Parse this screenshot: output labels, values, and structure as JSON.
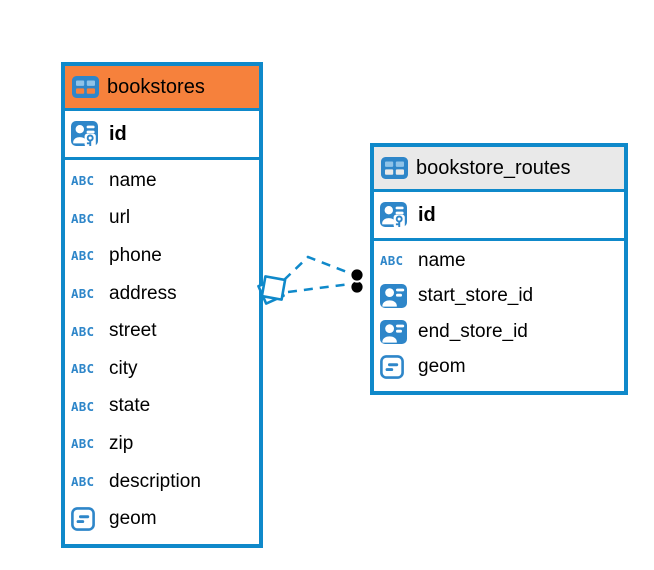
{
  "diagram": {
    "type": "entity-relationship",
    "background": "#ffffff"
  },
  "colors": {
    "accent_blue": "#0F89CA",
    "icon_blue": "#2E86C9",
    "icon_cell_blue": "#8FC3E8",
    "bookstores_header_bg": "#F6813C",
    "routes_header_bg": "#E9E9E9",
    "text": "#000000",
    "connector_dot": "#000000"
  },
  "icons": {
    "text_type_glyph": "ABC"
  },
  "tables": [
    {
      "name": "bookstores",
      "header": {
        "label": "bookstores"
      },
      "primary_key": {
        "label": "id",
        "type": "key"
      },
      "columns": [
        {
          "label": "name",
          "type": "text"
        },
        {
          "label": "url",
          "type": "text"
        },
        {
          "label": "phone",
          "type": "text"
        },
        {
          "label": "address",
          "type": "text"
        },
        {
          "label": "street",
          "type": "text"
        },
        {
          "label": "city",
          "type": "text"
        },
        {
          "label": "state",
          "type": "text"
        },
        {
          "label": "zip",
          "type": "text"
        },
        {
          "label": "description",
          "type": "text"
        },
        {
          "label": "geom",
          "type": "geometry"
        }
      ]
    },
    {
      "name": "bookstore_routes",
      "header": {
        "label": "bookstore_routes"
      },
      "primary_key": {
        "label": "id",
        "type": "key"
      },
      "columns": [
        {
          "label": "name",
          "type": "text"
        },
        {
          "label": "start_store_id",
          "type": "reference"
        },
        {
          "label": "end_store_id",
          "type": "reference"
        },
        {
          "label": "geom",
          "type": "geometry"
        }
      ]
    }
  ],
  "relationships": [
    {
      "from": "bookstores",
      "to": "bookstore_routes",
      "style": "dashed"
    },
    {
      "from": "bookstores",
      "to": "bookstore_routes",
      "style": "dashed"
    }
  ]
}
